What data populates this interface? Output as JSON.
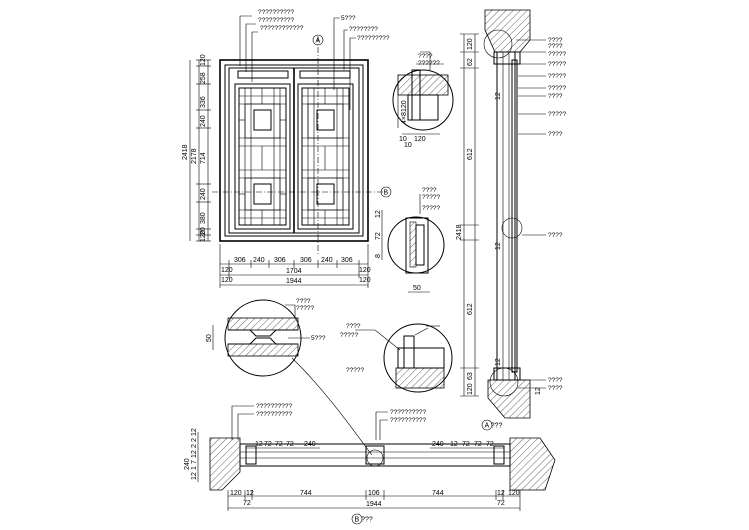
{
  "front_elevation": {
    "leader_notes_left": [
      "??????????",
      "??????????",
      "????????????"
    ],
    "leader_notes_right": [
      "5???",
      "????????",
      "?????????"
    ],
    "left_dims": [
      "120",
      "258",
      "336",
      "240",
      "714",
      "240",
      "380",
      "20",
      "120"
    ],
    "overall_height_outer": "2418",
    "overall_height_inner": "2178",
    "bottom_dims_row1": [
      "120",
      "306",
      "240",
      "306",
      "306",
      "240",
      "306",
      "120"
    ],
    "bottom_dims_row2_left": "120",
    "bottom_dims_row2_mid": "1704",
    "bottom_dims_row2_right": "120",
    "bottom_overall": "1944"
  },
  "section_markers": {
    "a": "A",
    "b": "B"
  },
  "detail_top": {
    "notes": [
      "????",
      "??????"
    ],
    "dims_vertical": [
      "120",
      "4×8"
    ],
    "dims_horizontal": [
      "120",
      "10",
      "10"
    ]
  },
  "detail_mid": {
    "notes": [
      "????",
      "?????",
      "?????"
    ],
    "dims_vertical": [
      "72",
      "8",
      "12"
    ],
    "dim_bottom": "50"
  },
  "detail_joint": {
    "notes": [
      "????",
      "?????",
      "5???"
    ],
    "dim": "50"
  },
  "detail_bottom": {
    "notes": [
      "????",
      "?????",
      "?????"
    ]
  },
  "vertical_section": {
    "dims": [
      "120",
      "62",
      "612",
      "2418",
      "612",
      "63",
      "120"
    ],
    "right_notes": [
      "????",
      "????",
      "?????",
      "?????",
      "?????",
      "?????",
      "????",
      "?????",
      "????",
      "????",
      "????",
      "????"
    ],
    "inner_dims": [
      "12",
      "12",
      "12",
      "12"
    ],
    "section_label": "A ???"
  },
  "plan_section": {
    "notes_left": [
      "??????????",
      "??????????"
    ],
    "notes_mid": [
      "??????????",
      "??????????"
    ],
    "vert_dims": [
      "240",
      "12",
      "1",
      "7",
      "12",
      "2",
      "2",
      "12"
    ],
    "inner_dims_left": [
      "12",
      "72",
      "72",
      "72",
      "240"
    ],
    "inner_dims_right": [
      "240",
      "12",
      "72",
      "72",
      "72"
    ],
    "bottom_dims": [
      "120",
      "12",
      "744",
      "106",
      "744",
      "12",
      "120"
    ],
    "bottom_sub": [
      "72",
      "72"
    ],
    "overall": "1944",
    "section_label": "B ???"
  }
}
